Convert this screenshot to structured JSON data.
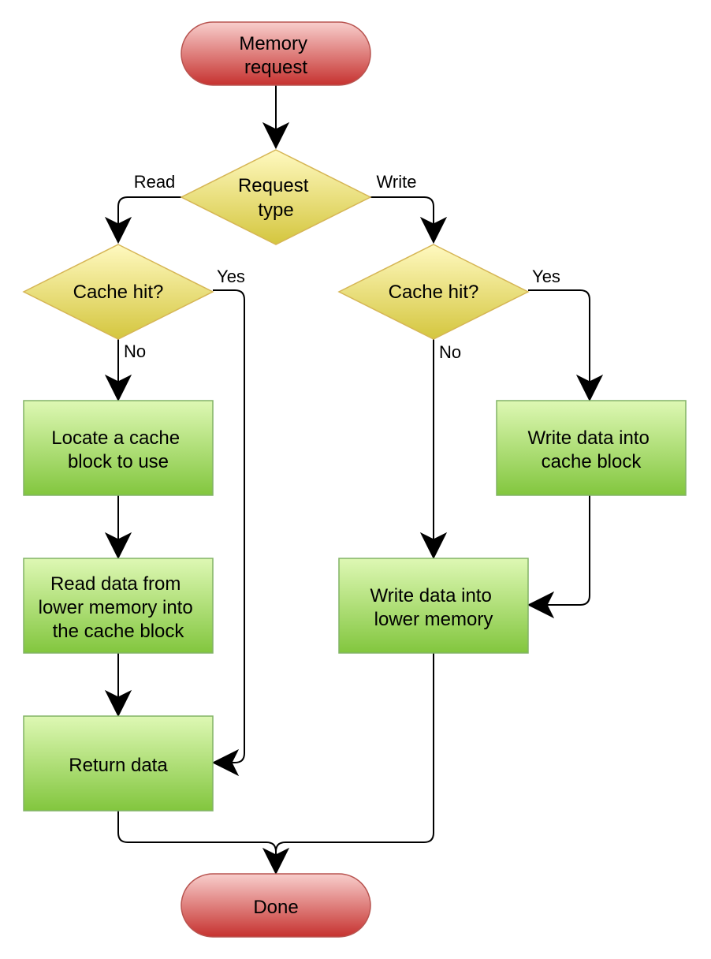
{
  "nodes": {
    "start": {
      "lines": [
        "Memory",
        "request"
      ]
    },
    "request_type": {
      "lines": [
        "Request",
        "type"
      ]
    },
    "cache_hit_read": {
      "lines": [
        "Cache hit?"
      ]
    },
    "cache_hit_write": {
      "lines": [
        "Cache hit?"
      ]
    },
    "locate_block": {
      "lines": [
        "Locate a cache",
        "block to use"
      ]
    },
    "read_lower": {
      "lines": [
        "Read data from",
        "lower memory into",
        "the cache block"
      ]
    },
    "return_data": {
      "lines": [
        "Return data"
      ]
    },
    "write_cache": {
      "lines": [
        "Write data into",
        "cache block"
      ]
    },
    "write_lower": {
      "lines": [
        "Write data into",
        "lower memory"
      ]
    },
    "done": {
      "lines": [
        "Done"
      ]
    }
  },
  "edge_labels": {
    "read": "Read",
    "write": "Write",
    "read_yes": "Yes",
    "read_no": "No",
    "write_yes": "Yes",
    "write_no": "No"
  }
}
